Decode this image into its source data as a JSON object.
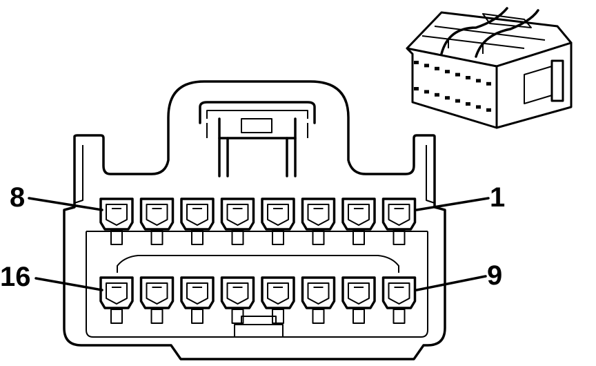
{
  "diagram": {
    "pin_labels": {
      "top_left": "8",
      "top_right": "1",
      "bottom_left": "16",
      "bottom_right": "9"
    },
    "rows": [
      {
        "pins": 8
      },
      {
        "pins": 8
      }
    ]
  }
}
